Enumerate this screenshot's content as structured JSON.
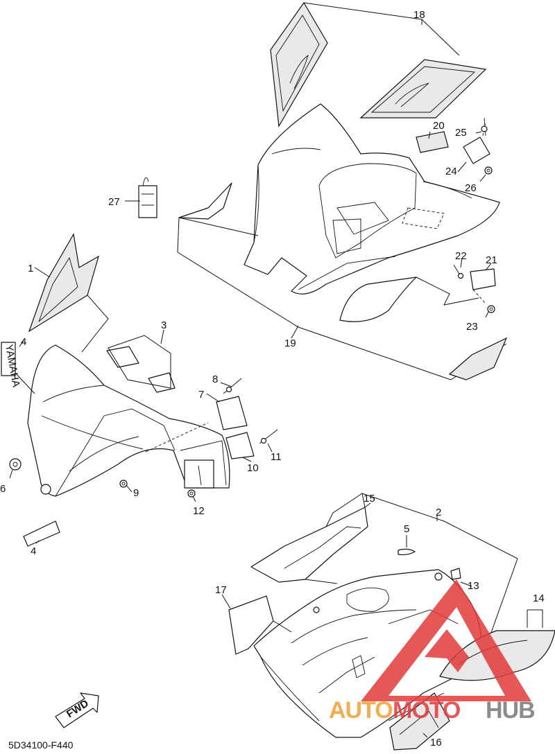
{
  "callouts": [
    {
      "label": "1"
    },
    {
      "label": "2"
    },
    {
      "label": "3"
    },
    {
      "label": "4"
    },
    {
      "label": "4"
    },
    {
      "label": "5"
    },
    {
      "label": "6"
    },
    {
      "label": "7"
    },
    {
      "label": "8"
    },
    {
      "label": "9"
    },
    {
      "label": "10"
    },
    {
      "label": "11"
    },
    {
      "label": "12"
    },
    {
      "label": "13"
    },
    {
      "label": "14"
    },
    {
      "label": "15"
    },
    {
      "label": "16"
    },
    {
      "label": "17"
    },
    {
      "label": "18"
    },
    {
      "label": "19"
    },
    {
      "label": "20"
    },
    {
      "label": "21"
    },
    {
      "label": "22"
    },
    {
      "label": "23"
    },
    {
      "label": "24"
    },
    {
      "label": "25"
    },
    {
      "label": "26"
    },
    {
      "label": "27"
    }
  ],
  "decal_text": {
    "brand": "YAMAHA",
    "fwd": "FWD"
  },
  "catalog_code": "5D34100-F440",
  "watermark": {
    "text_a": "AUTO",
    "text_b": "MOTO",
    "text_c": "HUB",
    "color_red": "#e23a3a",
    "color_orange": "#f0a030",
    "color_gray": "#777777"
  }
}
